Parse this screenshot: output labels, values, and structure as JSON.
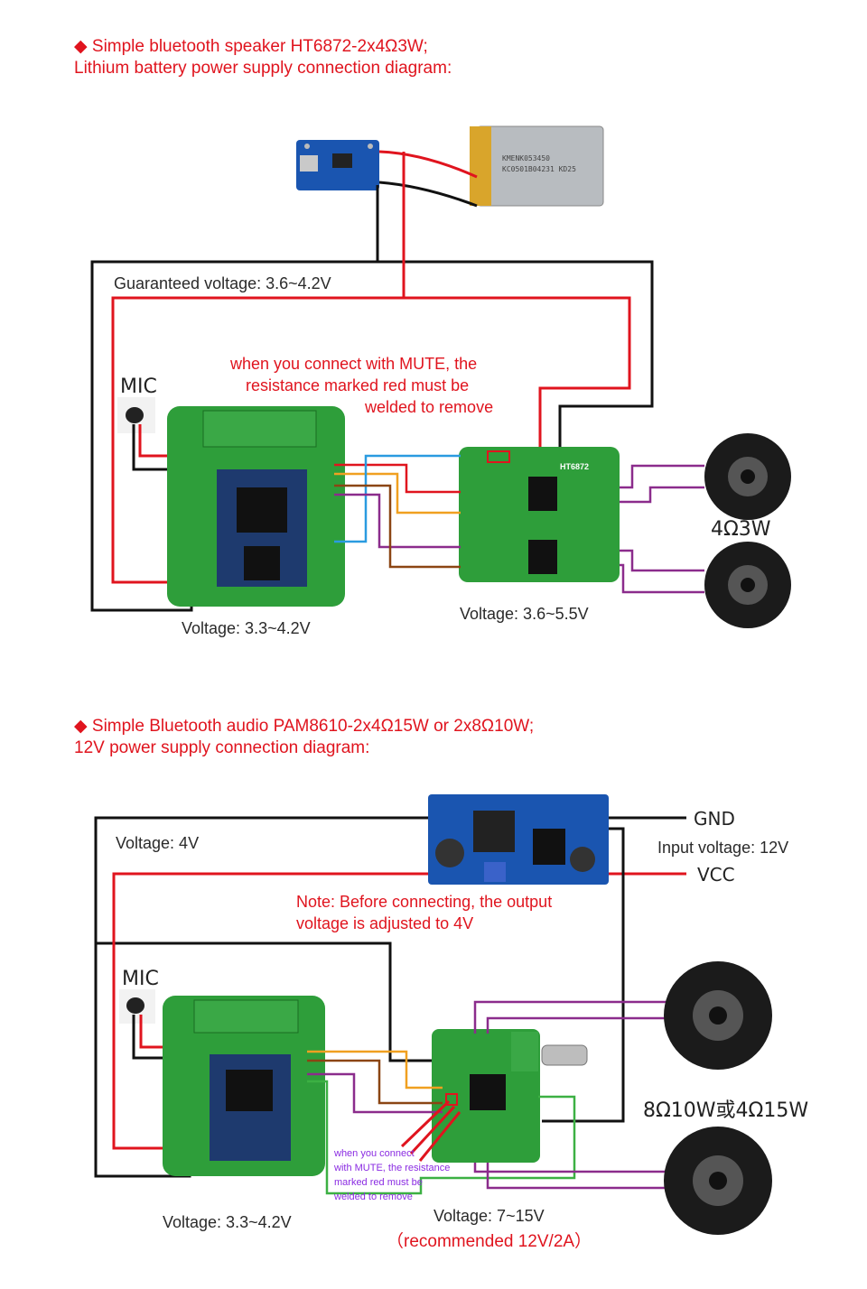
{
  "section1": {
    "heading_line1": "◆  Simple bluetooth speaker HT6872-2x4Ω3W;",
    "heading_line2": "Lithium battery power supply connection diagram:",
    "battery_label_1": "KMENK053450",
    "battery_label_2": "KC0501B04231  KD25",
    "guaranteed_voltage": "Guaranteed voltage: 3.6~4.2V",
    "mute_note_1": "when you connect with MUTE, the",
    "mute_note_2": "resistance marked red must be",
    "mute_note_3": "welded to remove",
    "mic_label": "MIC",
    "speaker_label": "4Ω3W",
    "amp_chip": "HT6872",
    "bt_voltage": "Voltage: 3.3~4.2V",
    "amp_voltage": "Voltage: 3.6~5.5V"
  },
  "section2": {
    "heading_line1": "◆  Simple Bluetooth audio PAM8610-2x4Ω15W or 2x8Ω10W;",
    "heading_line2": "12V power supply connection diagram:",
    "voltage_4v": "Voltage: 4V",
    "gnd_label": "GND",
    "vcc_label": "VCC",
    "input_voltage": "Input voltage: 12V",
    "note_1": "Note: Before connecting, the output",
    "note_2": "voltage is adjusted to 4V",
    "mic_label": "MIC",
    "speaker_label": "8Ω10W或4Ω15W",
    "mute_note_1": "when you connect",
    "mute_note_2": "with MUTE, the resistance",
    "mute_note_3": "marked red must be",
    "mute_note_4": "welded to remove",
    "bt_voltage": "Voltage: 3.3~4.2V",
    "amp_voltage": "Voltage: 7~15V",
    "amp_recommend": "（recommended 12V/2A）"
  },
  "colors": {
    "heading": "#e0141e",
    "wire_red": "#e0141e",
    "wire_black": "#111111",
    "wire_blue": "#2a9be0",
    "wire_orange": "#f0a020",
    "wire_brown": "#8b4513",
    "wire_purple": "#8b2c8c",
    "wire_green": "#3cb043",
    "pcb_green": "#2e9e3a"
  }
}
